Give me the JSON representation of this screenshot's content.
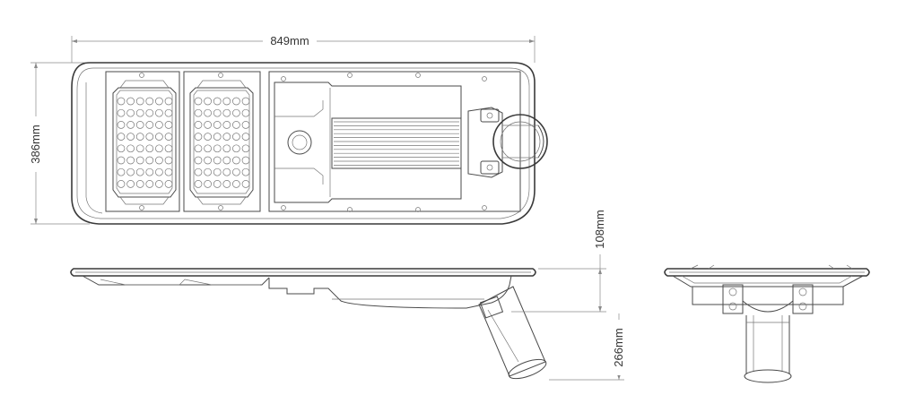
{
  "dimensions": {
    "width": "849mm",
    "height": "386mm",
    "side_depth": "108mm",
    "arm_height": "266mm"
  },
  "colors": {
    "line": "#4a4a4a",
    "thin": "#777777",
    "dimension": "#8a8a8a",
    "text": "#333333"
  },
  "led_grid": {
    "columns": 6,
    "rows": 8
  }
}
